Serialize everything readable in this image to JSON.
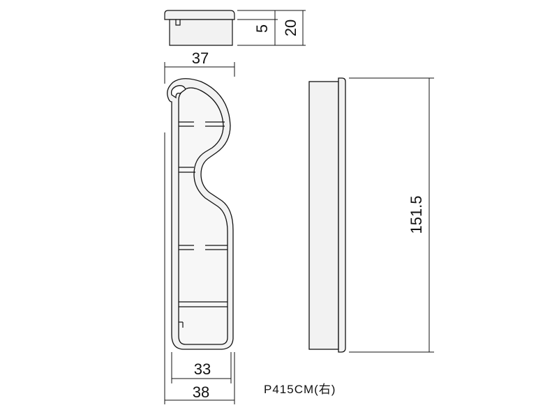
{
  "dimensions": {
    "cap_width": "37",
    "cap_offset": "5",
    "cap_height": "20",
    "bottom_inner_width": "33",
    "bottom_outer_width": "38",
    "length": "151.5"
  },
  "part_label": "P415CM(右)",
  "colors": {
    "line": "#111111",
    "fill": "#f2f2f2"
  }
}
